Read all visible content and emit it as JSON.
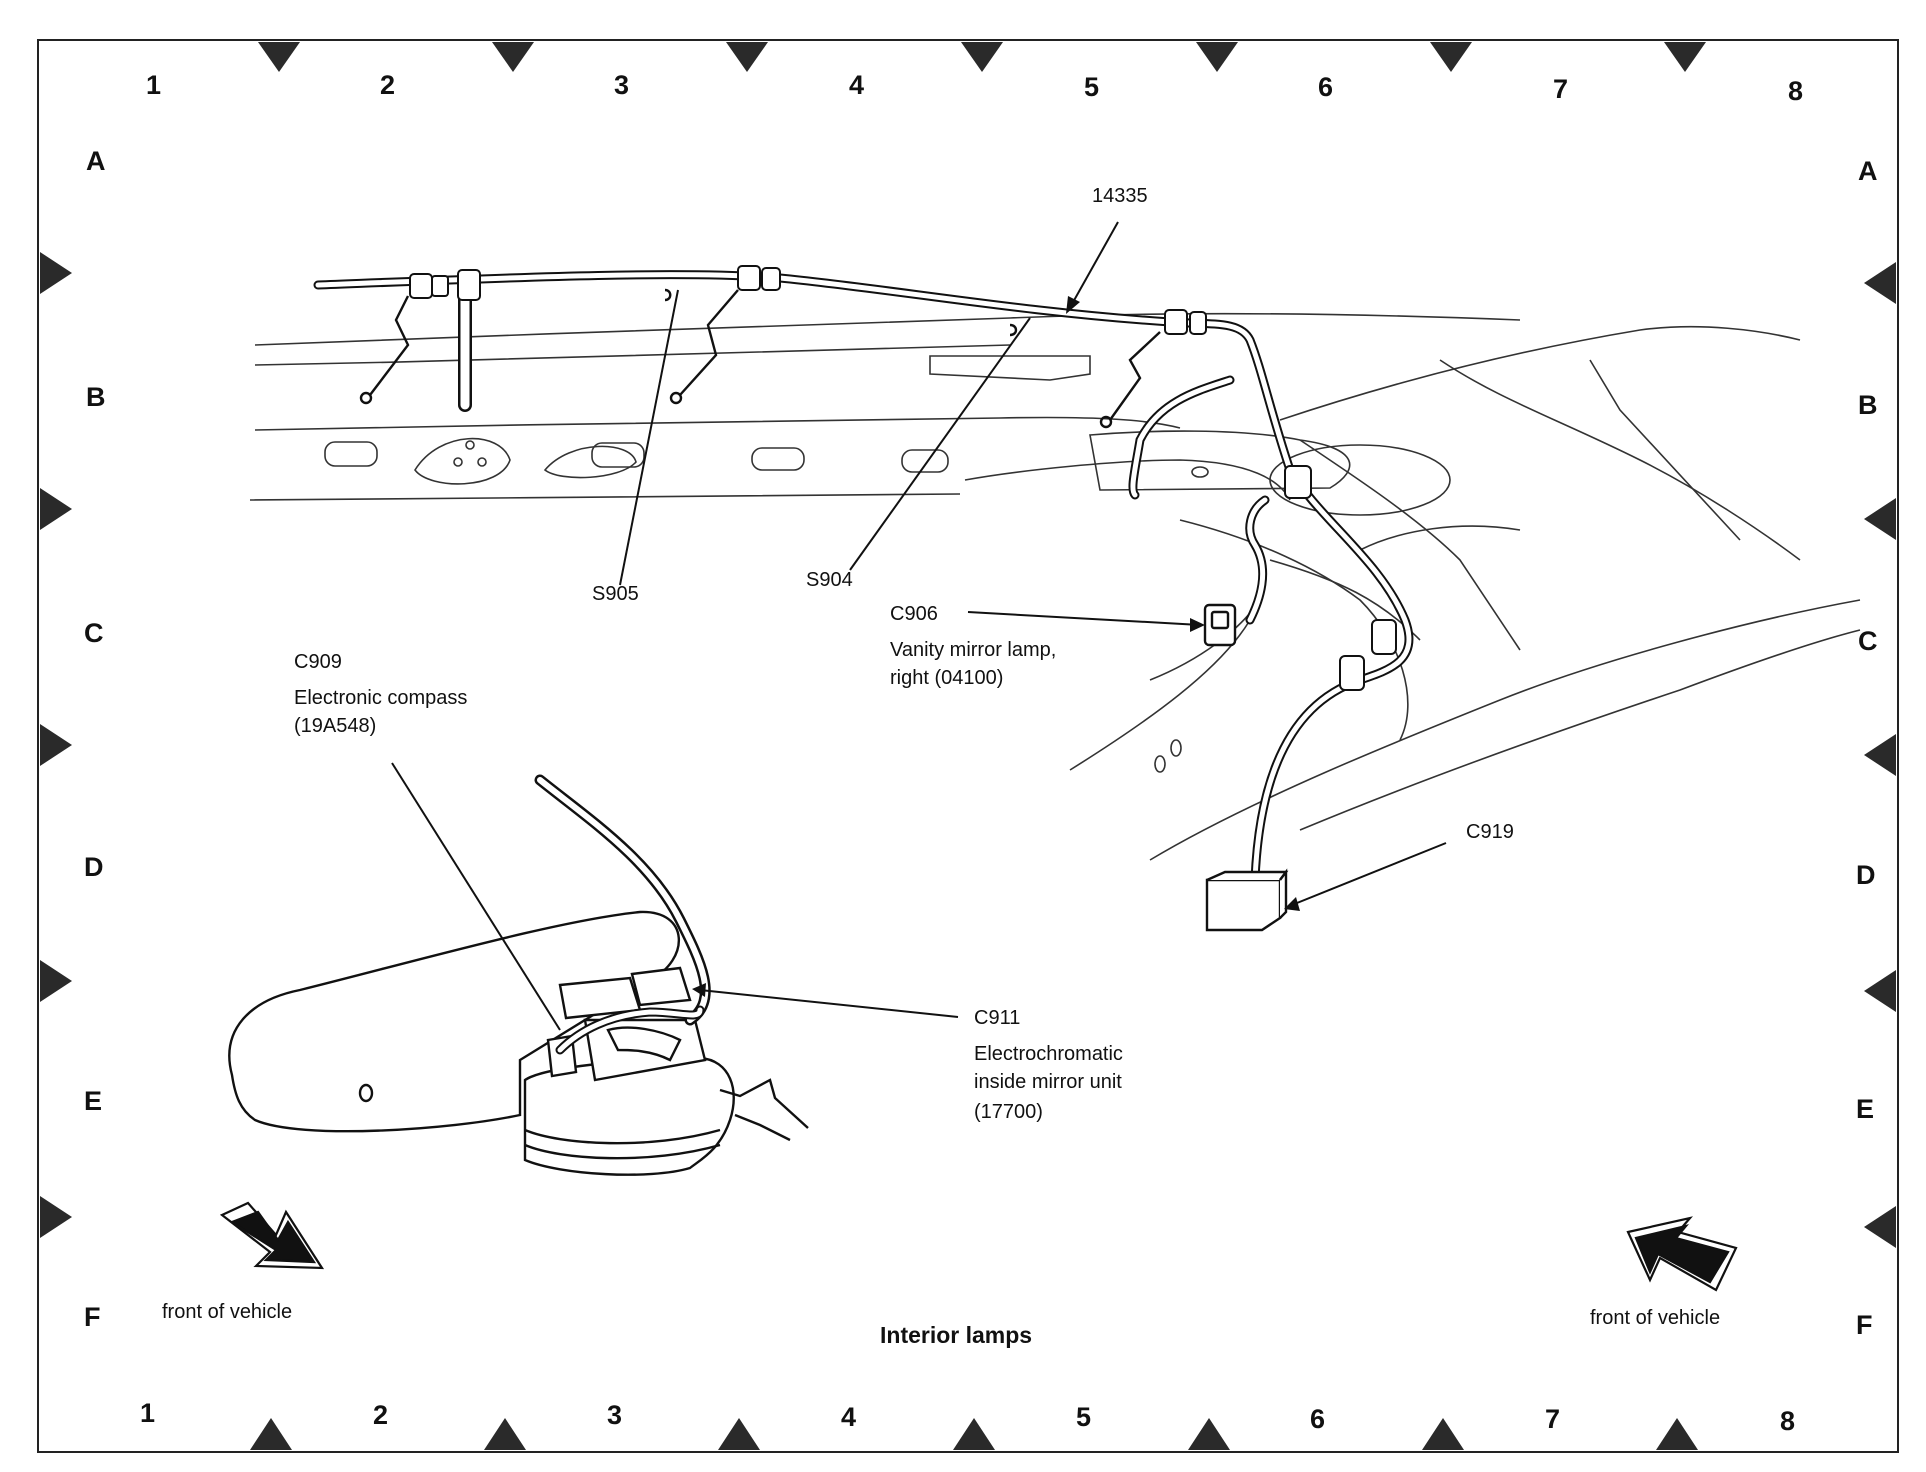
{
  "grid": {
    "columns_top": [
      "1",
      "2",
      "3",
      "4",
      "5",
      "6",
      "7",
      "8"
    ],
    "columns_bottom": [
      "1",
      "2",
      "3",
      "4",
      "5",
      "6",
      "7",
      "8"
    ],
    "rows_left": [
      "A",
      "B",
      "C",
      "D",
      "E",
      "F"
    ],
    "rows_right": [
      "A",
      "B",
      "C",
      "D",
      "E",
      "F"
    ]
  },
  "labels": {
    "c14335": "14335",
    "s905": "S905",
    "s904": "S904",
    "c906_id": "C906",
    "c906_desc1": "Vanity mirror lamp,",
    "c906_desc2": "right (04100)",
    "c909_id": "C909",
    "c909_desc1": "Electronic compass",
    "c909_desc2": "(19A548)",
    "c919": "C919",
    "c911_id": "C911",
    "c911_desc1": "Electrochromatic",
    "c911_desc2": "inside mirror unit",
    "c911_desc3": "(17700)"
  },
  "front_left": "front of vehicle",
  "front_right": "front of vehicle",
  "title": "Interior lamps"
}
